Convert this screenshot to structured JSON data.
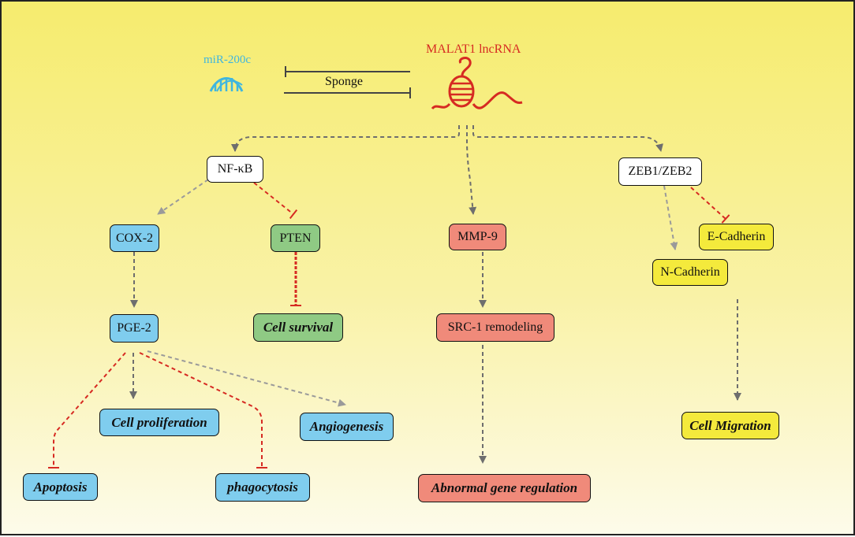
{
  "mirna": {
    "label": "miR-200c"
  },
  "lncrna": {
    "label": "MALAT1 lncRNA"
  },
  "sponge": {
    "label": "Sponge"
  },
  "nodes": {
    "nfkb": "NF-κB",
    "cox2": "COX-2",
    "pten": "PTEN",
    "pge2": "PGE-2",
    "cell_survival": "Cell survival",
    "cell_proliferation": "Cell proliferation",
    "angiogenesis": "Angiogenesis",
    "apoptosis": "Apoptosis",
    "phagocytosis": "phagocytosis",
    "mmp9": "MMP-9",
    "src1": "SRC-1 remodeling",
    "abnormal_gene": "Abnormal gene regulation",
    "zeb": "ZEB1/ZEB2",
    "e_cadherin": "E-Cadherin",
    "n_cadherin": "N-Cadherin",
    "cell_migration": "Cell Migration"
  },
  "colors": {
    "activation_arrow": "#6e6e6e",
    "inhibition_line": "#d62a22",
    "mirna": "#3fb6df",
    "lncrna": "#d62a22",
    "box_blue": "#7fcdee",
    "box_green": "#8fca84",
    "box_salmon": "#f08a7a",
    "box_yellow": "#f4ea3c"
  },
  "icons": [
    "dna-helix-icon",
    "lncrna-hairpin-icon"
  ]
}
